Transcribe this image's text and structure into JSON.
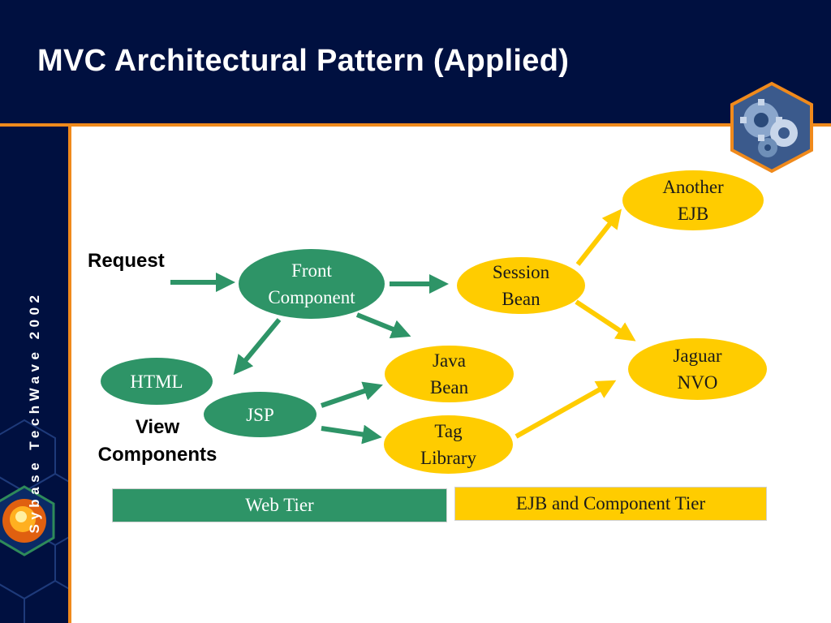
{
  "slide": {
    "title": "MVC Architectural Pattern (Applied)",
    "sidebar_text": "Sybase TechWave 2002"
  },
  "colors": {
    "navy": "#001040",
    "orange": "#f08a1c",
    "web_green": "#2e9467",
    "ejb_gold": "#ffcc00"
  },
  "diagram": {
    "labels": {
      "request": "Request",
      "view_components_line1": "View",
      "view_components_line2": "Components"
    },
    "nodes": {
      "front_component": [
        "Front",
        "Component"
      ],
      "session_bean": [
        "Session",
        "Bean"
      ],
      "another_ejb": [
        "Another",
        "EJB"
      ],
      "html": "HTML",
      "jsp": "JSP",
      "java_bean": [
        "Java",
        "Bean"
      ],
      "tag_library": [
        "Tag",
        "Library"
      ],
      "jaguar_nvo": [
        "Jaguar",
        "NVO"
      ]
    },
    "tiers": {
      "web": "Web Tier",
      "ejb": "EJB and Component Tier"
    }
  }
}
